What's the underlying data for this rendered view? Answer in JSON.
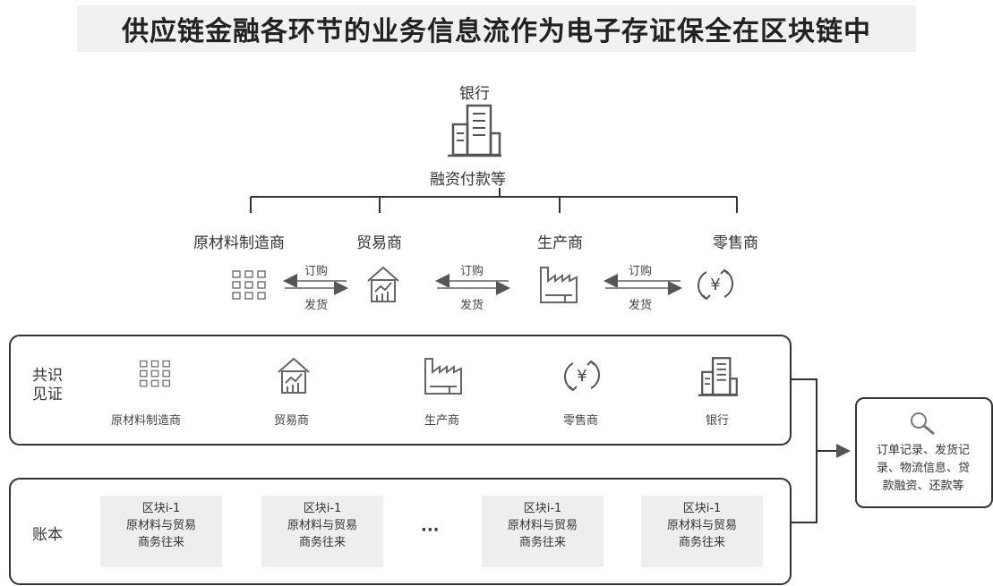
{
  "title": "供应链金融各环节的业务信息流作为电子存证保全在区块链中",
  "bank": {
    "label": "银行",
    "caption": "融资付款等",
    "icon": "building-icon"
  },
  "top_parties": [
    {
      "label": "原材料制造商",
      "icon": "grid-icon"
    },
    {
      "label": "贸易商",
      "icon": "house-chart-icon"
    },
    {
      "label": "生产商",
      "icon": "factory-icon"
    },
    {
      "label": "零售商",
      "icon": "yen-cycle-icon"
    }
  ],
  "flow": {
    "order": "订购",
    "ship": "发货"
  },
  "consensus": {
    "label": "共识\n见证",
    "members": [
      {
        "label": "原材料制造商",
        "icon": "grid-icon"
      },
      {
        "label": "贸易商",
        "icon": "house-chart-icon"
      },
      {
        "label": "生产商",
        "icon": "factory-icon"
      },
      {
        "label": "零售商",
        "icon": "yen-cycle-icon"
      },
      {
        "label": "银行",
        "icon": "building-icon"
      }
    ]
  },
  "ledger": {
    "label": "账本",
    "blocks": [
      {
        "title": "区块i-1",
        "body": "原材料与贸易\n商务往来"
      },
      {
        "title": "区块i-1",
        "body": "原材料与贸易\n商务往来"
      },
      {
        "title": "区块i-1",
        "body": "原材料与贸易\n商务往来"
      },
      {
        "title": "区块i-1",
        "body": "原材料与贸易\n商务往来"
      }
    ],
    "ellipsis": "···"
  },
  "query": {
    "icon": "magnifier-icon",
    "text": "订单记录、发货记\n录、物流信息、贷\n款融资、还款等"
  },
  "colors": {
    "line": "#333333",
    "icon": "#666666",
    "block_bg": "#eeeeee",
    "title_bg": "#f1f1f1"
  }
}
